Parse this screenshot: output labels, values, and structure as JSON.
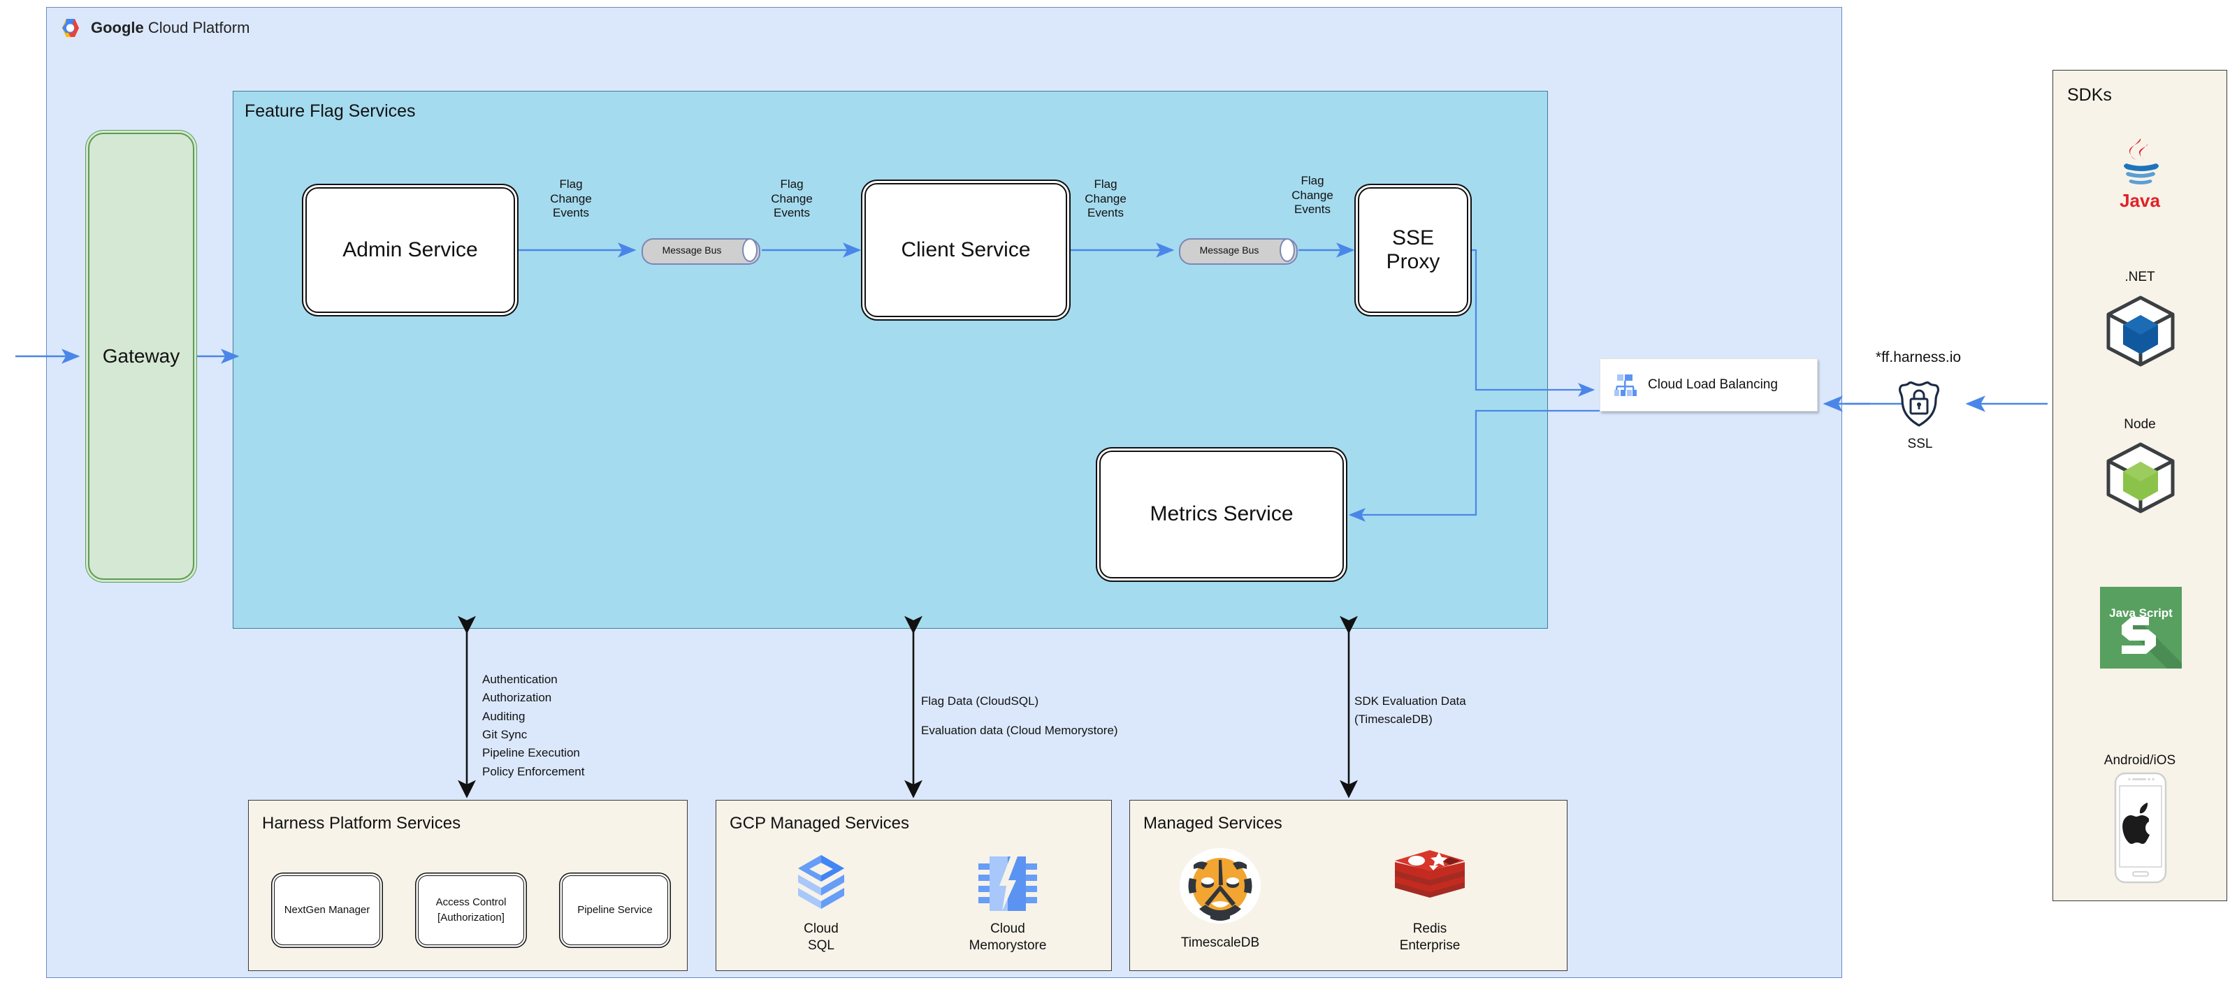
{
  "gcp": {
    "title_bold": "Google",
    "title_rest": " Cloud Platform",
    "logo_icon": "google-cloud-logo-icon"
  },
  "gateway": {
    "label": "Gateway"
  },
  "feature_flag_services": {
    "title": "Feature Flag Services",
    "nodes": [
      {
        "id": "admin-service",
        "label": "Admin Service"
      },
      {
        "id": "client-service",
        "label": "Client Service"
      },
      {
        "id": "sse-proxy",
        "label": "SSE\nProxy"
      },
      {
        "id": "metrics-service",
        "label": "Metrics Service"
      }
    ],
    "message_buses": [
      {
        "id": "msgbus-1",
        "label": "Message Bus"
      },
      {
        "id": "msgbus-2",
        "label": "Message Bus"
      }
    ],
    "edge_labels": [
      {
        "id": "edge-1",
        "text": "Flag\nChange\nEvents"
      },
      {
        "id": "edge-2",
        "text": "Flag\nChange\nEvents"
      },
      {
        "id": "edge-3",
        "text": "Flag\nChange\nEvents"
      },
      {
        "id": "edge-4",
        "text": "Flag\nChange\nEvents"
      }
    ]
  },
  "load_balancer": {
    "label": "Cloud Load Balancing",
    "icon": "cloud-load-balancing-icon"
  },
  "ingress": {
    "domain": "*ff.harness.io",
    "ssl_label": "SSL",
    "ssl_icon": "ssl-shield-lock-icon"
  },
  "annotations": {
    "harness_link": "Authentication\nAuthorization\nAuditing\nGit Sync\nPipeline Execution\nPolicy Enforcement",
    "gcp_link_line1": "Flag Data (CloudSQL)",
    "gcp_link_line2": "Evaluation data (Cloud Memorystore)",
    "managed_link": "SDK Evaluation Data\n(TimescaleDB)"
  },
  "harness_platform": {
    "title": "Harness Platform Services",
    "services": [
      {
        "id": "nextgen-manager",
        "label": "NextGen Manager"
      },
      {
        "id": "access-control",
        "label": "Access Control\n[Authorization]"
      },
      {
        "id": "pipeline-service",
        "label": "Pipeline Service"
      }
    ]
  },
  "gcp_managed_services": {
    "title": "GCP Managed Services",
    "services": [
      {
        "id": "cloud-sql",
        "label": "Cloud\nSQL",
        "icon": "cloud-sql-icon"
      },
      {
        "id": "cloud-memorystore",
        "label": "Cloud\nMemorystore",
        "icon": "cloud-memorystore-icon"
      }
    ]
  },
  "managed_services": {
    "title": "Managed Services",
    "services": [
      {
        "id": "timescaledb",
        "label": "TimescaleDB",
        "icon": "timescaledb-tiger-icon"
      },
      {
        "id": "redis-enterprise",
        "label": "Redis\nEnterprise",
        "icon": "redis-stack-icon"
      }
    ]
  },
  "sdks": {
    "title": "SDKs",
    "items": [
      {
        "id": "java",
        "label": "",
        "icon": "java-logo-icon",
        "caption_below": "Java"
      },
      {
        "id": "dotnet",
        "label": ".NET",
        "icon": "dotnet-cube-icon"
      },
      {
        "id": "node",
        "label": "Node",
        "icon": "node-cube-icon"
      },
      {
        "id": "javascript",
        "label": "",
        "icon": "javascript-tile-icon",
        "tile_text_top": "Java Script",
        "tile_text_glyph": "S"
      },
      {
        "id": "android-ios",
        "label": "Android/iOS",
        "icon": "phone-apple-icon"
      }
    ]
  },
  "colors": {
    "gcp_bg": "#dbe8fb",
    "ffs_bg": "#a5dbef",
    "panel_bg": "#f7f3e9",
    "gateway_bg": "#d5e8d4",
    "arrow_blue": "#4a86e8",
    "node_green": "#8bc34a",
    "node_blue": "#11599e",
    "js_green": "#57a05f",
    "redis_red": "#c32b21",
    "timescale_orange": "#f2a530"
  }
}
